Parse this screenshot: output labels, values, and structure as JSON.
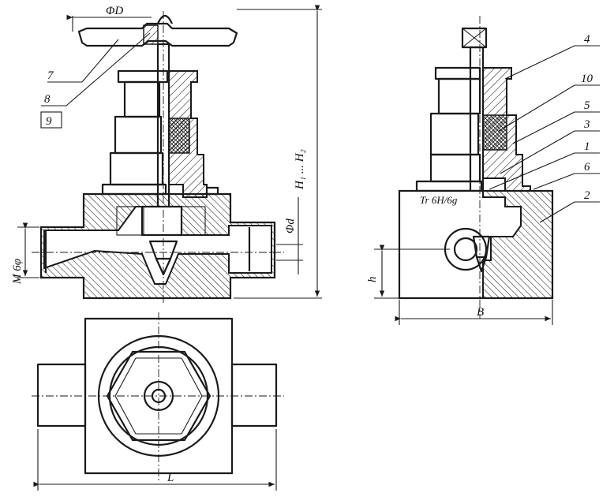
{
  "dimensions": {
    "handwheel_diameter": "ΦD",
    "height_range": "H₁ ... H₂",
    "port_diameter": "Φd",
    "thread": "M 6φ",
    "center_height": "h",
    "width": "B",
    "length": "L",
    "stem_thread": "Tr   6H/6g"
  },
  "callouts": [
    "7",
    "8",
    "9",
    "4",
    "10",
    "5",
    "3",
    "1",
    "6",
    "2"
  ]
}
